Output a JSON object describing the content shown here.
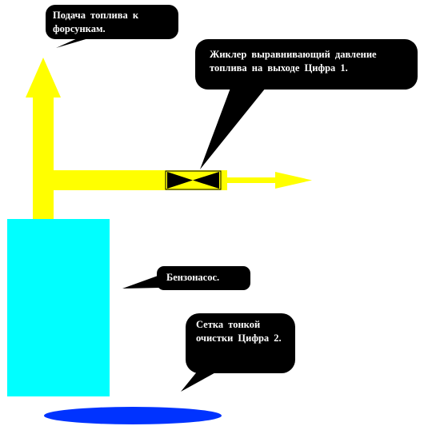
{
  "colors": {
    "pipe": "#ffff00",
    "pump": "#00ffff",
    "filter": "#0033ff",
    "callout_bg": "#000000",
    "callout_text": "#ffffff",
    "jet_outline": "#000000"
  },
  "labels": {
    "fuel_supply": "Подача топлива к форсункам.",
    "jet": "Жиклер выравнивающий давление топлива на выходе Цифра 1.",
    "pump": "Бензонасос.",
    "filter": "Сетка тонкой очистки Цифра 2."
  }
}
